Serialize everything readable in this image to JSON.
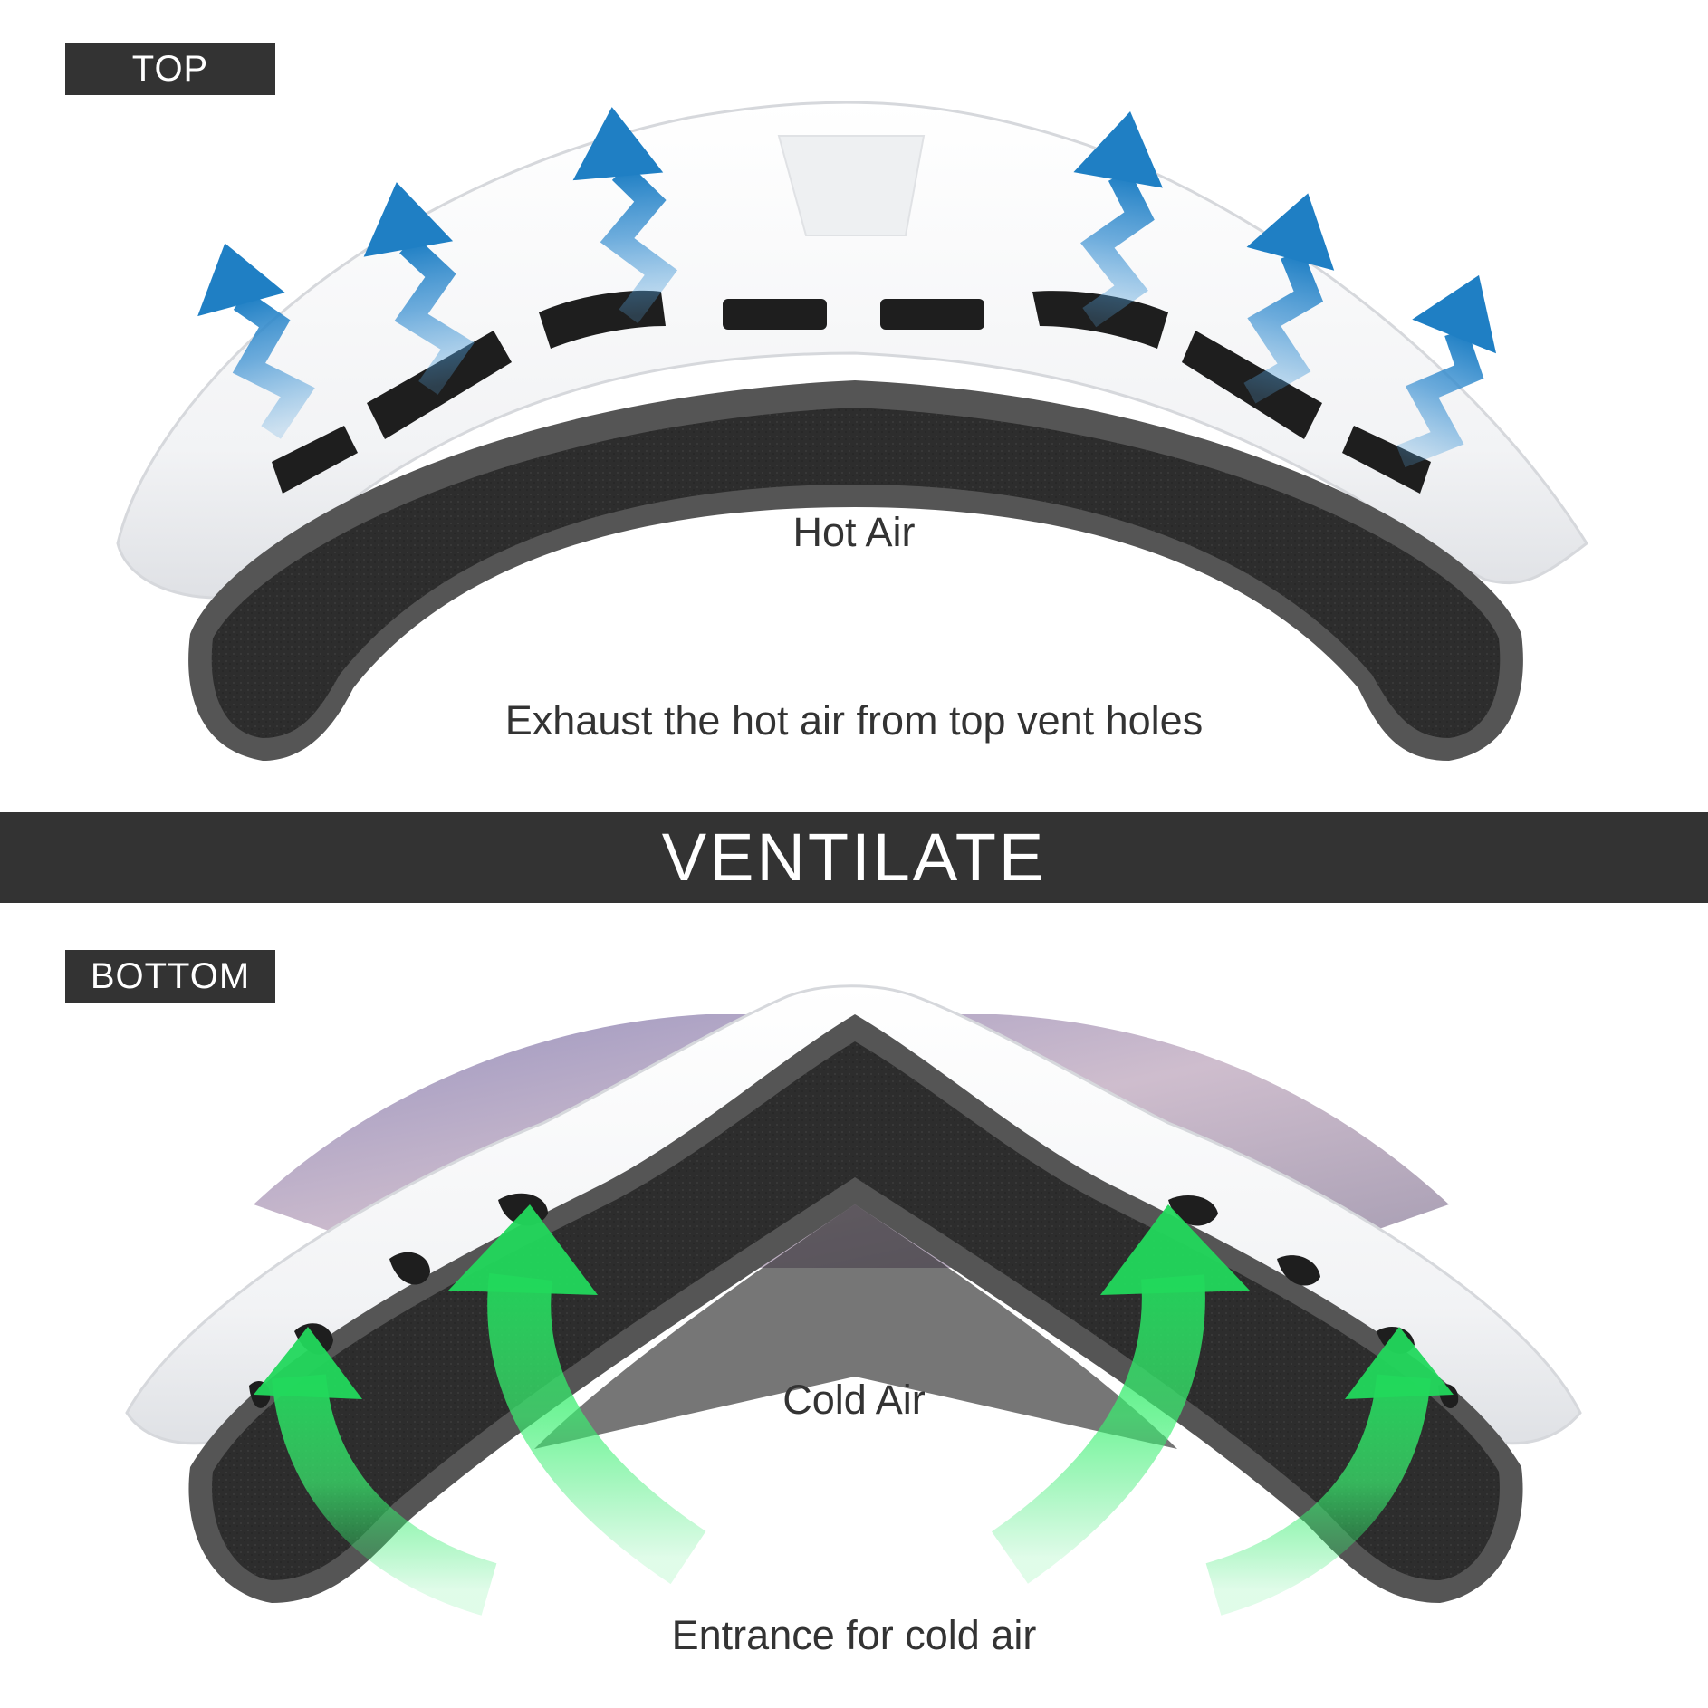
{
  "labels": {
    "top_tag": "TOP",
    "bottom_tag": "BOTTOM",
    "banner": "VENTILATE",
    "hot_air": "Hot Air",
    "exhaust_caption": "Exhaust the hot air from top vent holes",
    "cold_air": "Cold Air",
    "entrance_caption": "Entrance for cold air"
  },
  "colors": {
    "label_bg": "#333333",
    "label_text": "#ffffff",
    "caption_text": "#333333",
    "hot_air_arrow": "#1f7fc4",
    "cold_air_arrow": "#2ee86a",
    "frame": "#ffffff",
    "foam": "#2b2b2b",
    "foam_edge": "#555555",
    "lens": "#8f88b8"
  },
  "icons": {
    "hot_air_arrows": "zigzag-up-arrow-icon",
    "cold_air_arrows": "curved-up-arrow-icon"
  }
}
